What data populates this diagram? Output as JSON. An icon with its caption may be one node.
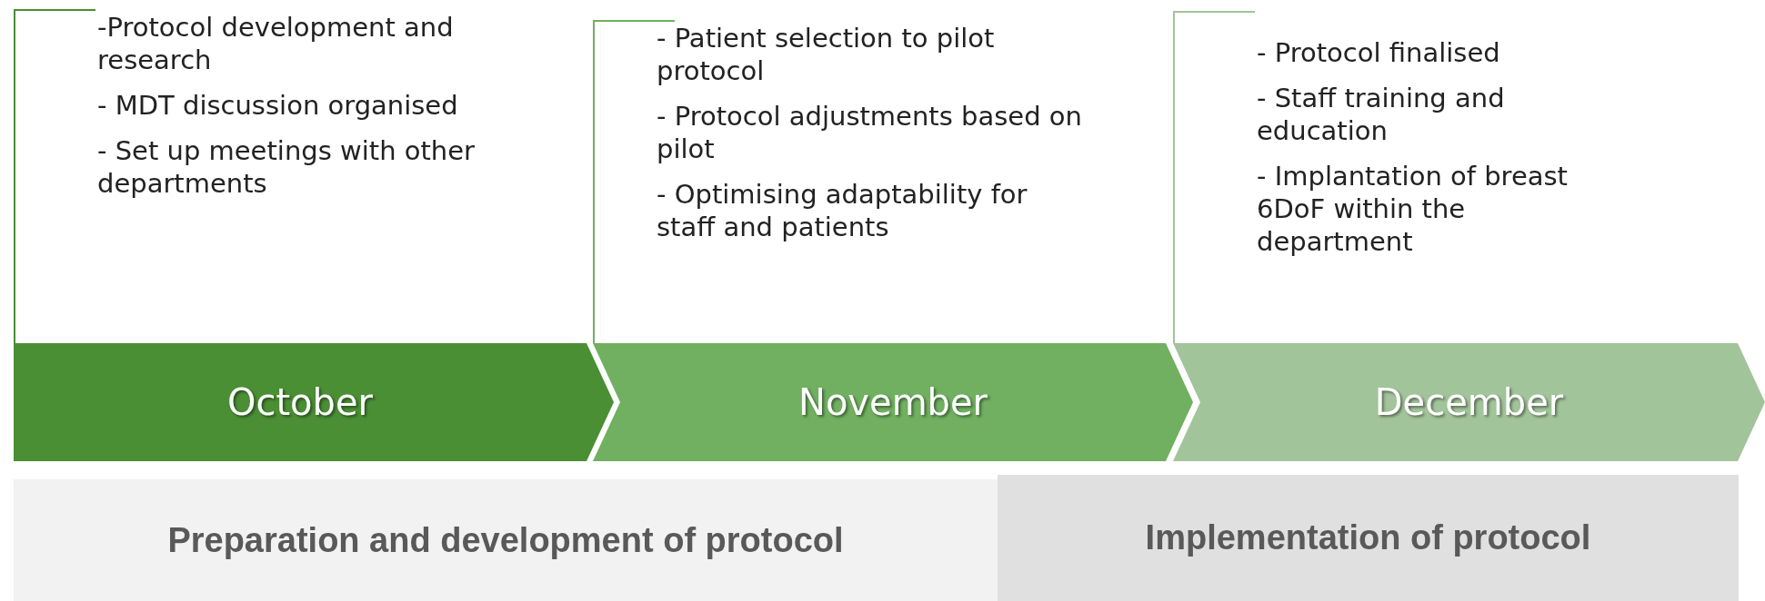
{
  "diagram": {
    "nodes": [
      {
        "text": [
          "-Protocol development and research",
          "- MDT discussion organised",
          "- Set up meetings with other departments"
        ]
      },
      {
        "text": [
          "October"
        ]
      },
      {
        "text": [
          "- Patient selection to pilot protocol",
          "- Protocol adjustments based on pilot",
          "- Optimising adaptability for staff and patients"
        ]
      },
      {
        "text": [
          "November"
        ]
      },
      {
        "text": [
          "- Protocol finalised",
          "- Staff training and education",
          "- Implantation of breast 6DoF within the department"
        ]
      },
      {
        "text": [
          "December"
        ]
      },
      {
        "text": [
          "Preparation and development of protocol"
        ]
      },
      {
        "text": [
          "Implementation of protocol"
        ]
      }
    ]
  }
}
